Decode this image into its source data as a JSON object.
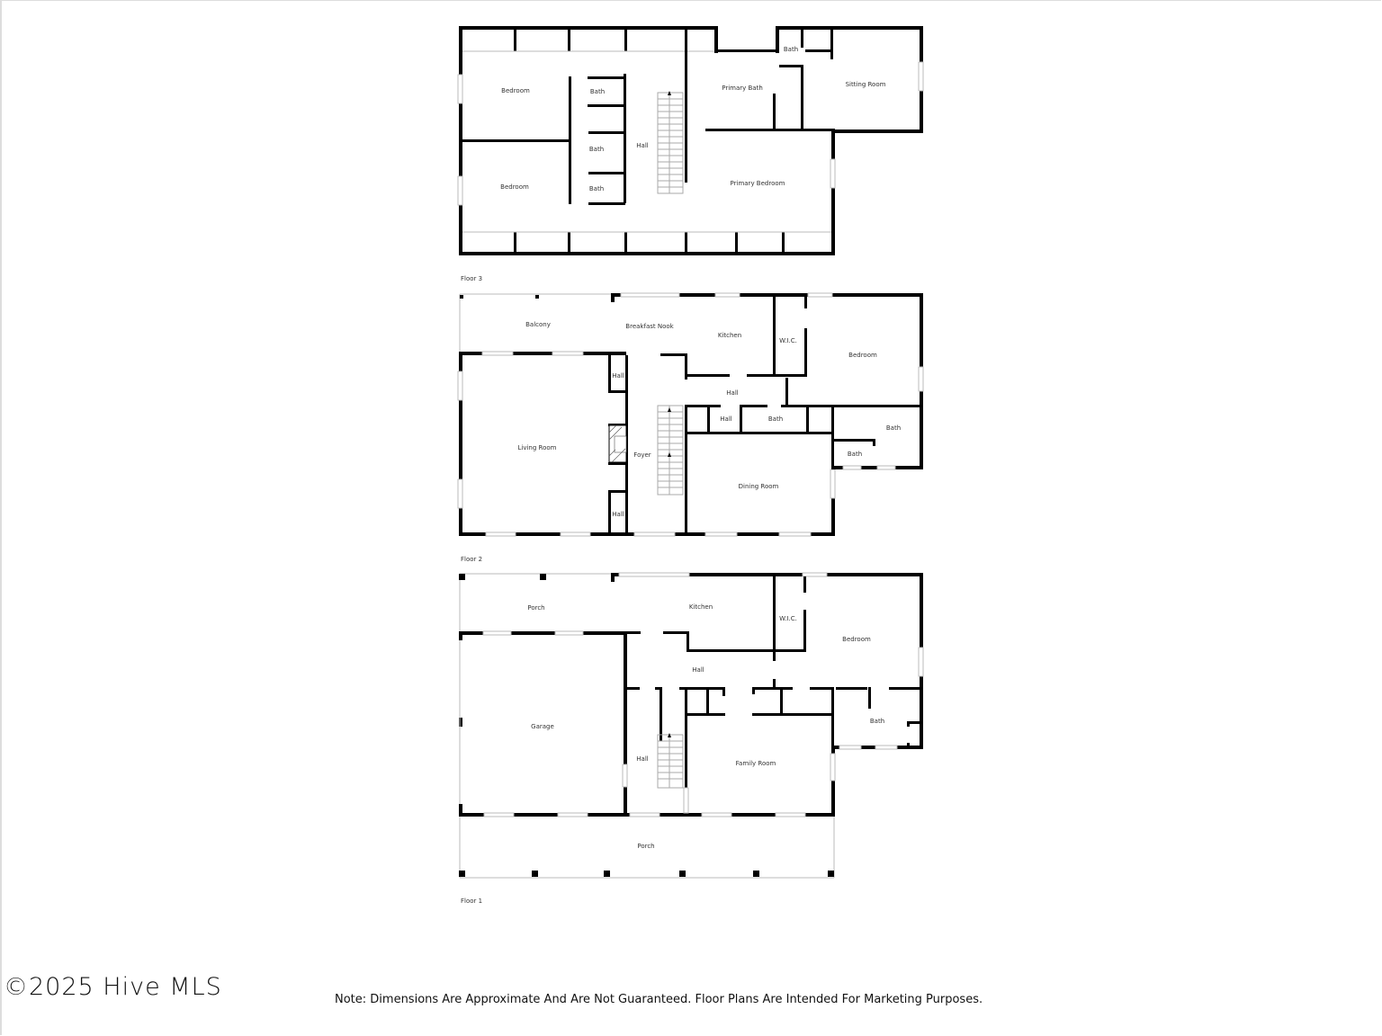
{
  "floors": [
    {
      "label": "Floor 3",
      "rooms": {
        "bedroom_1": "Bedroom",
        "bedroom_2": "Bedroom",
        "bath_1": "Bath",
        "bath_2": "Bath",
        "bath_3": "Bath",
        "hall": "Hall",
        "primary_bath": "Primary Bath",
        "bath_small": "Bath",
        "sitting_room": "Sitting Room",
        "primary_bedroom": "Primary Bedroom"
      }
    },
    {
      "label": "Floor 2",
      "rooms": {
        "balcony": "Balcony",
        "breakfast_nook": "Breakfast Nook",
        "kitchen": "Kitchen",
        "wic": "W.I.C.",
        "bedroom": "Bedroom",
        "hall_upper": "Hall",
        "hall_center": "Hall",
        "hall_small": "Hall",
        "bath_center": "Bath",
        "bath_right": "Bath",
        "bath_small": "Bath",
        "living_room": "Living Room",
        "foyer": "Foyer",
        "hall_lower": "Hall",
        "dining_room": "Dining Room"
      }
    },
    {
      "label": "Floor 1",
      "rooms": {
        "porch_top": "Porch",
        "kitchen": "Kitchen",
        "wic": "W.I.C.",
        "bedroom": "Bedroom",
        "hall_center": "Hall",
        "garage": "Garage",
        "hall_stair": "Hall",
        "bath": "Bath",
        "family_room": "Family Room",
        "porch_front": "Porch"
      }
    }
  ],
  "footer": {
    "copyright": "©2025 Hive MLS",
    "note": "Note: Dimensions Are Approximate And Are Not Guaranteed. Floor Plans Are Intended For Marketing Purposes."
  }
}
